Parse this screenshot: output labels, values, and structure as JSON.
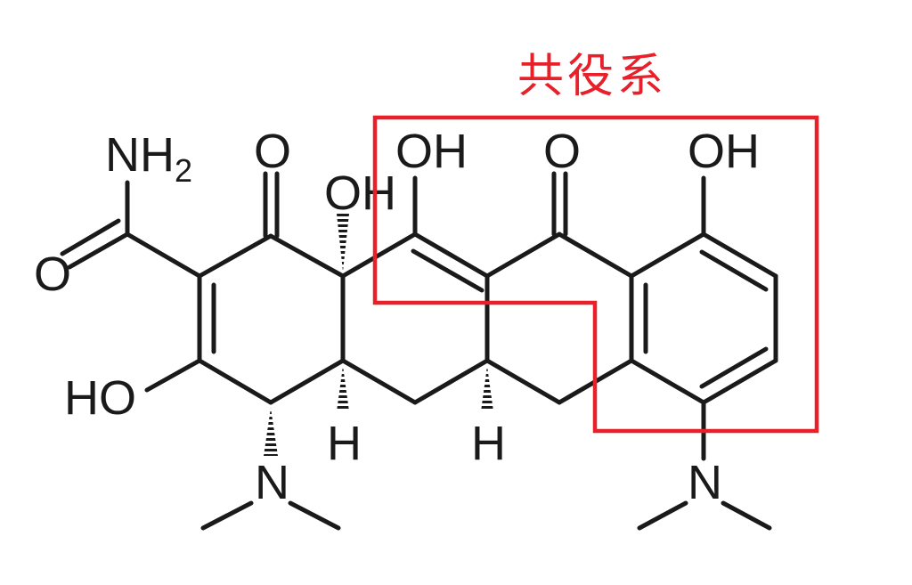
{
  "annotation": {
    "title": "共役系",
    "color": "#e8202a"
  },
  "atoms": {
    "nh2_n": "NH",
    "nh2_sub": "2",
    "amide_o": "O",
    "ketone1_o": "O",
    "oh_c12a": "OH",
    "oh_c12": "OH",
    "ketone2_o": "O",
    "oh_phenol": "OH",
    "oh_c3": "HO",
    "h_c4a": "H",
    "h_c5a": "H",
    "n_left": "N",
    "n_right": "N"
  },
  "colors": {
    "bond": "#1a1a1a",
    "highlight": "#e8202a"
  }
}
